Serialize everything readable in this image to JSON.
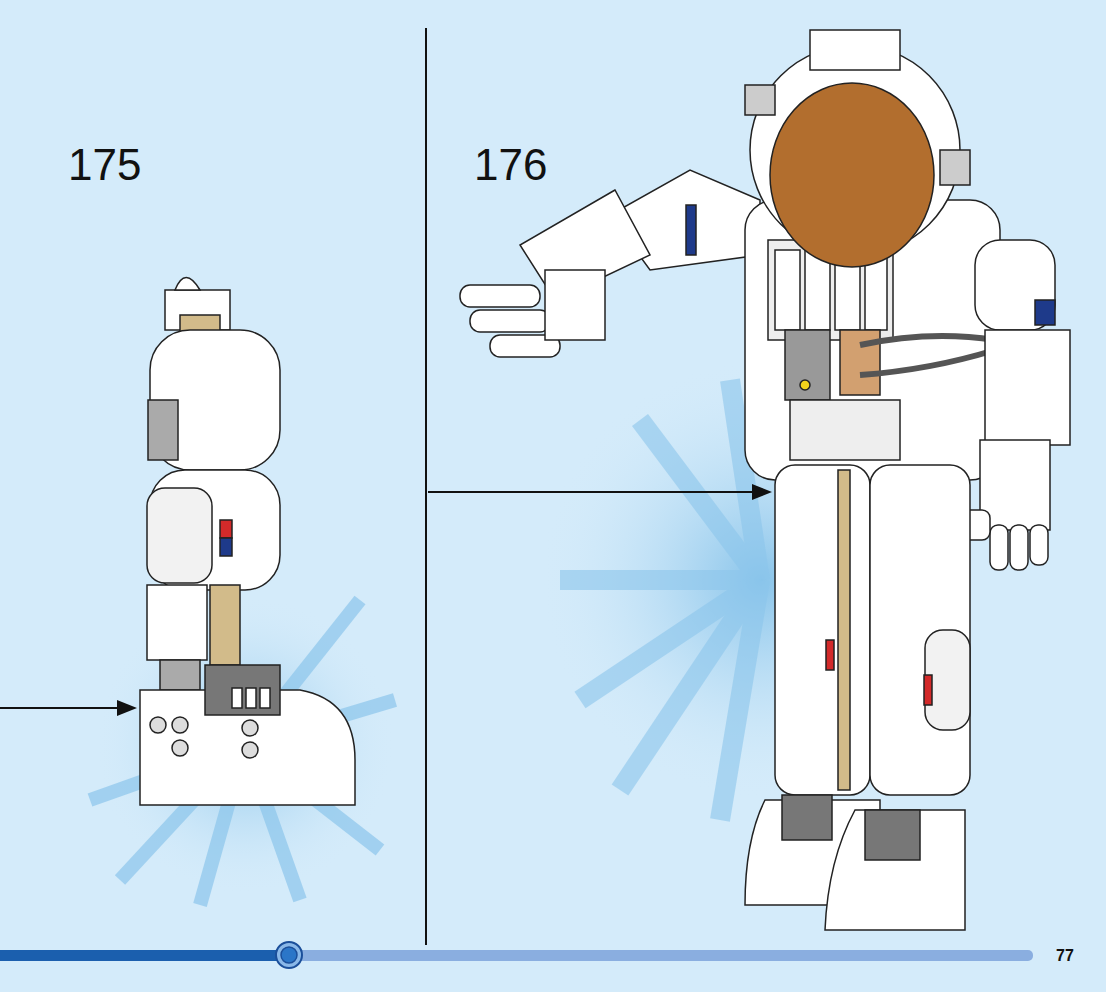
{
  "diagram": {
    "labels": [
      "175",
      "176",
      "77"
    ]
  }
}
